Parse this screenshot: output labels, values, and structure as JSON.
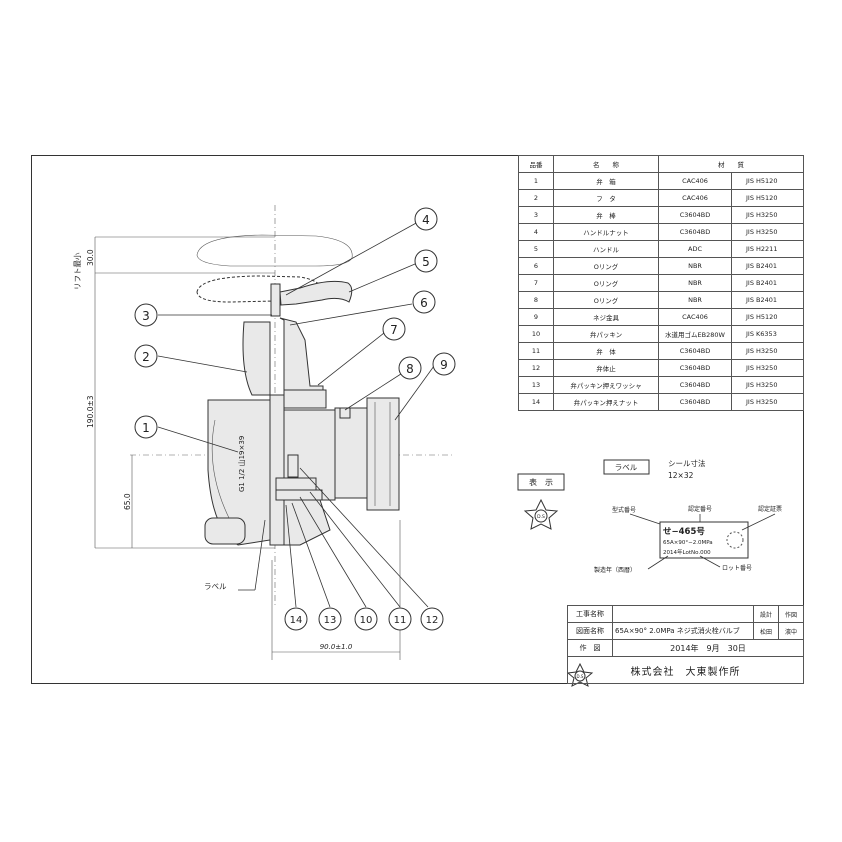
{
  "parts_table": {
    "headers": {
      "no": "品番",
      "name": "名　　称",
      "material": "材　　質"
    },
    "rows": [
      {
        "no": "1",
        "name": "弁　箱",
        "mat1": "CAC406",
        "mat2": "JIS H5120"
      },
      {
        "no": "2",
        "name": "フ　タ",
        "mat1": "CAC406",
        "mat2": "JIS H5120"
      },
      {
        "no": "3",
        "name": "弁　棒",
        "mat1": "C3604BD",
        "mat2": "JIS H3250"
      },
      {
        "no": "4",
        "name": "ハンドルナット",
        "mat1": "C3604BD",
        "mat2": "JIS H3250"
      },
      {
        "no": "5",
        "name": "ハンドル",
        "mat1": "ADC",
        "mat2": "JIS H2211"
      },
      {
        "no": "6",
        "name": "Oリング",
        "mat1": "NBR",
        "mat2": "JIS B2401"
      },
      {
        "no": "7",
        "name": "Oリング",
        "mat1": "NBR",
        "mat2": "JIS B2401"
      },
      {
        "no": "8",
        "name": "Oリング",
        "mat1": "NBR",
        "mat2": "JIS B2401"
      },
      {
        "no": "9",
        "name": "ネジ金具",
        "mat1": "CAC406",
        "mat2": "JIS H5120"
      },
      {
        "no": "10",
        "name": "弁パッキン",
        "mat1": "水道用ゴムEB280W",
        "mat2": "JIS K6353"
      },
      {
        "no": "11",
        "name": "弁　体",
        "mat1": "C3604BD",
        "mat2": "JIS H3250"
      },
      {
        "no": "12",
        "name": "弁体止",
        "mat1": "C3604BD",
        "mat2": "JIS H3250"
      },
      {
        "no": "13",
        "name": "弁パッキン押えワッシャ",
        "mat1": "C3604BD",
        "mat2": "JIS H3250"
      },
      {
        "no": "14",
        "name": "弁パッキン押えナット",
        "mat1": "C3604BD",
        "mat2": "JIS H3250"
      }
    ]
  },
  "callouts": [
    "1",
    "2",
    "3",
    "4",
    "5",
    "6",
    "7",
    "8",
    "9",
    "10",
    "11",
    "12",
    "13",
    "14"
  ],
  "dimensions": {
    "lift": "リフト最小",
    "lift_value": "30.0",
    "height": "190.0±3",
    "base": "65.0",
    "width": "90.0±1.0",
    "thread": "G1 1/2 山19×39"
  },
  "labels": {
    "label_pointer": "ラベル",
    "label_box": "ラベル",
    "seal_size_title": "シール寸法",
    "seal_size": "12×32",
    "display": "表　示"
  },
  "certification": {
    "model_no_label": "型式番号",
    "cert_no_label": "認定番号",
    "cert_mark_label": "認定証票",
    "model_no": "せ−465号",
    "spec": "65A×90°−2.0MPa",
    "lot": "2014年LotNo.000",
    "year_label": "製造年（西暦）",
    "lot_label": "ロット番号",
    "mark_text": "D.S"
  },
  "title_block": {
    "project_label": "工事名称",
    "project_value": "",
    "drawing_label": "図面名称",
    "drawing_value": "65A×90° 2.0MPa ネジ式消火栓バルブ",
    "draw_label": "作　図",
    "date": "2014年　9月　30日",
    "design_label": "設計",
    "design_value": "松田",
    "drafter_label": "作図",
    "drafter_value": "濱中",
    "company": "株式会社　大東製作所",
    "logo_text": "D.S"
  }
}
